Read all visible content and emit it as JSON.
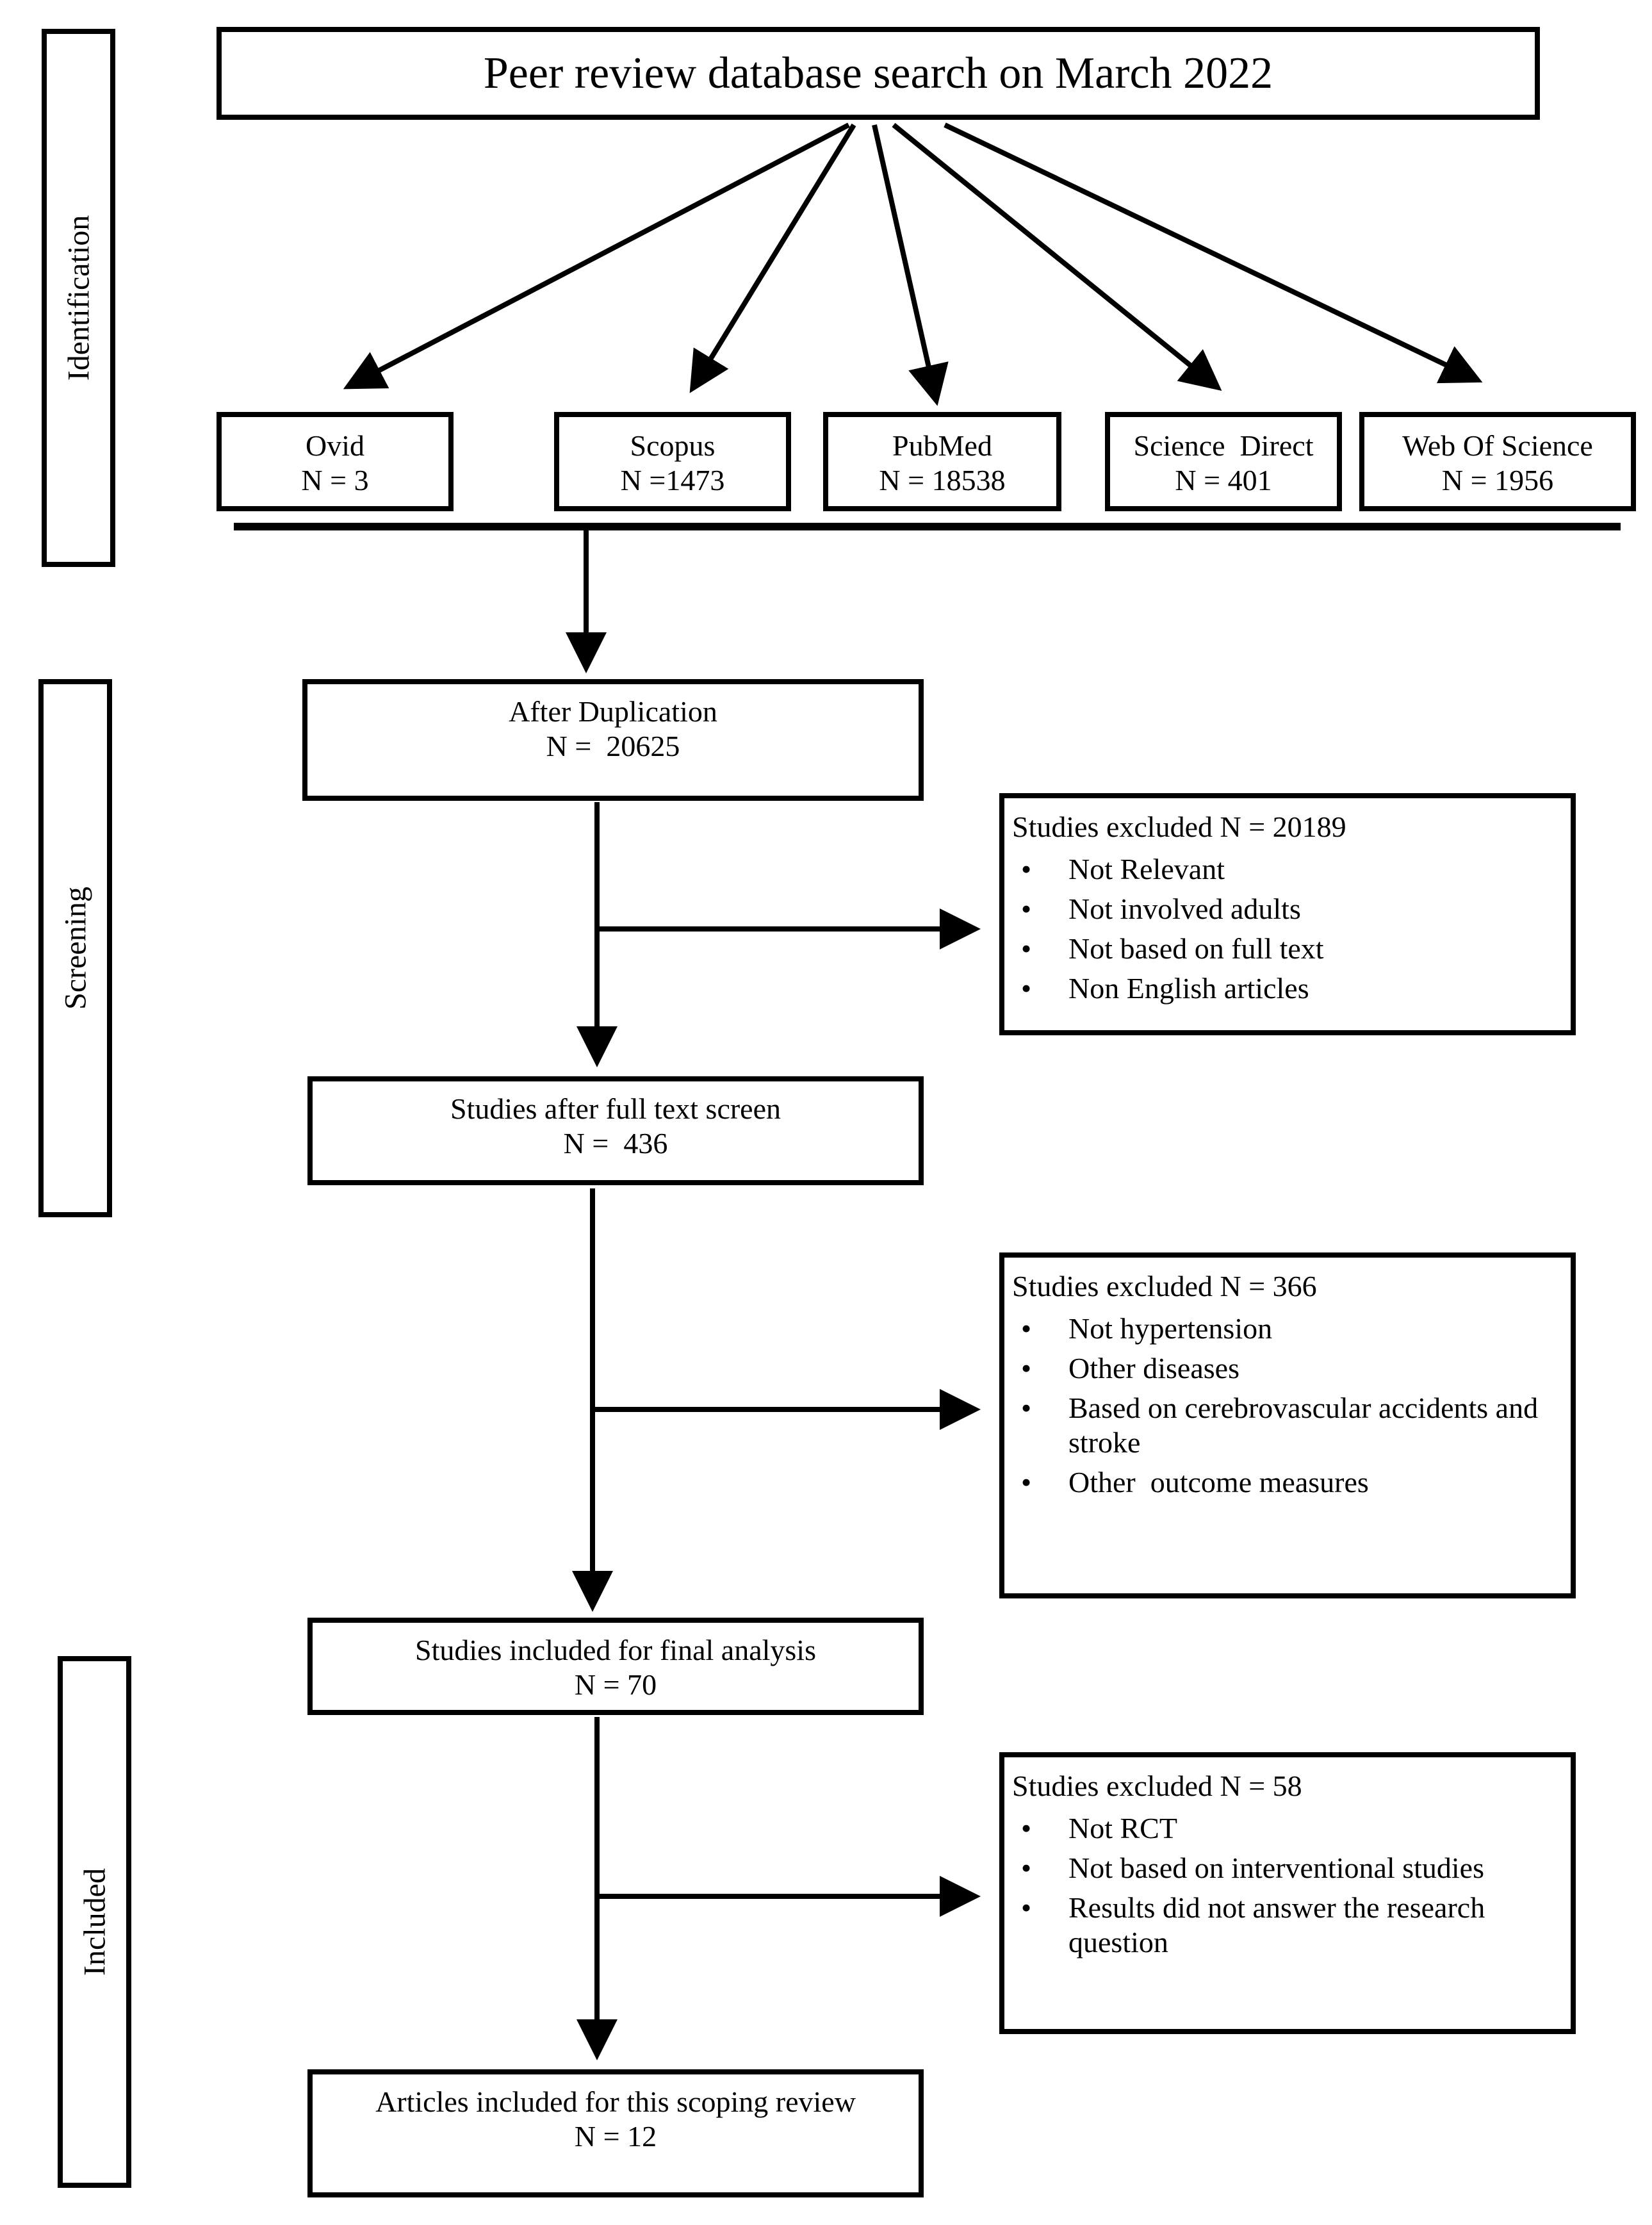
{
  "phases": {
    "identification": "Identification",
    "screening": "Screening",
    "included": "Included"
  },
  "search": {
    "title": "Peer review database search on March 2022"
  },
  "databases": [
    {
      "name": "Ovid",
      "count": "N = 3"
    },
    {
      "name": "Scopus",
      "count": "N =1473"
    },
    {
      "name": "PubMed",
      "count": "N = 18538"
    },
    {
      "name": "Science  Direct",
      "count": "N = 401"
    },
    {
      "name": "Web Of Science",
      "count": "N = 1956"
    }
  ],
  "steps": {
    "after_duplication": {
      "label": "After Duplication",
      "count": "N =  20625"
    },
    "full_text": {
      "label": "Studies after full text screen",
      "count": "N =  436"
    },
    "final_analysis": {
      "label": "Studies included for final analysis",
      "count": "N = 70"
    },
    "scoping_review": {
      "label": "Articles included for this scoping review",
      "count": "N = 12"
    }
  },
  "exclusions": {
    "first": {
      "header": "Studies excluded N = 20189",
      "items": [
        "Not Relevant",
        "Not involved adults",
        "Not based on full text",
        "Non English articles"
      ]
    },
    "second": {
      "header": "Studies excluded N = 366",
      "items": [
        "Not hypertension",
        "Other diseases",
        "Based on cerebrovascular accidents and stroke",
        "Other  outcome measures"
      ]
    },
    "third": {
      "header": "Studies excluded N = 58",
      "items": [
        "Not RCT",
        "Not based on interventional studies",
        "Results did not answer the research question"
      ]
    }
  }
}
